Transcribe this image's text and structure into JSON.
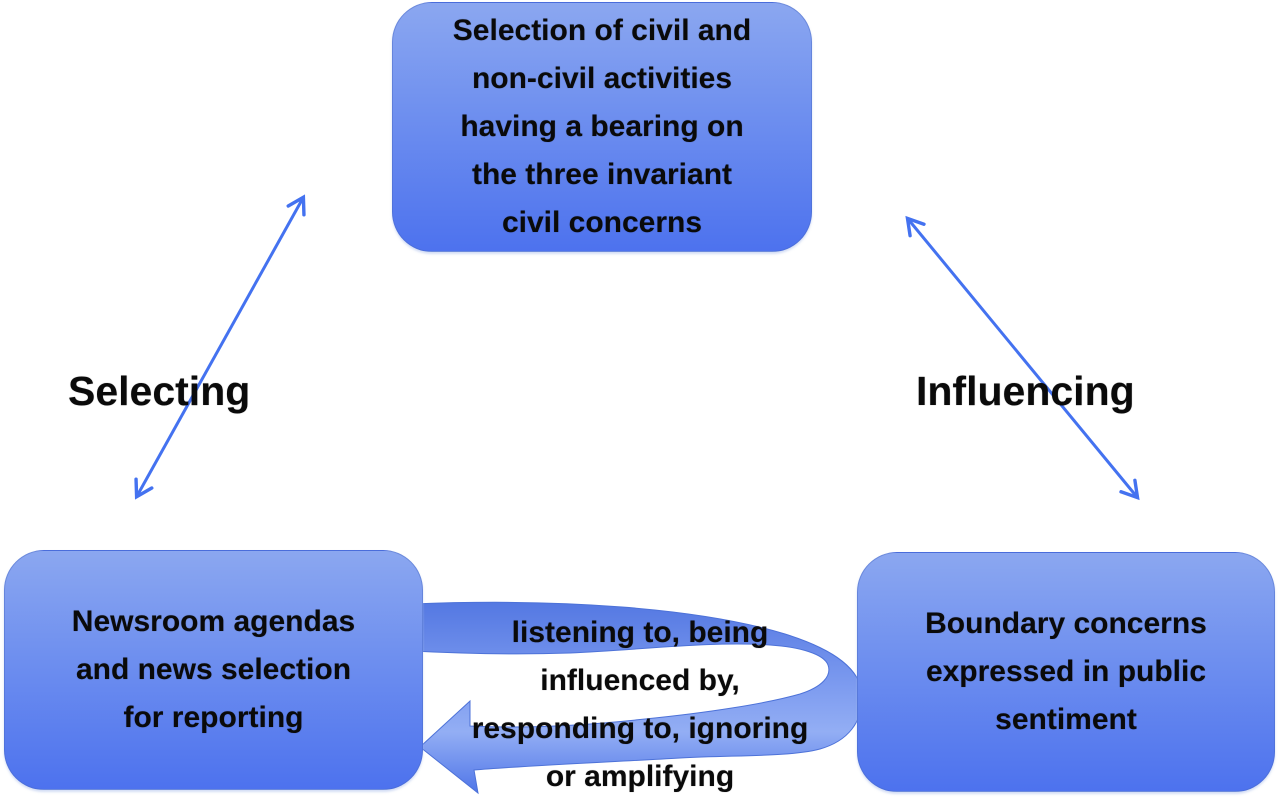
{
  "diagram": {
    "top_box": "Selection of civil and\nnon-civil activities\nhaving a bearing on\nthe three invariant\ncivil concerns",
    "bottom_left_box": "Newsroom agendas\nand news selection\nfor reporting",
    "bottom_right_box": "Boundary concerns\nexpressed in public\nsentiment",
    "left_arrow_label": "Selecting",
    "right_arrow_label": "Influencing",
    "curved_arrow_label": "listening to, being\ninfluenced by,\nresponding to, ignoring\nor amplifying",
    "colors": {
      "box_gradient_top": "#8BA7F0",
      "box_gradient_bottom": "#4D72EE",
      "thin_arrow_line": "#4472F0",
      "ribbon_dark": "#5478E2",
      "ribbon_light": "#93AEF4",
      "text": "#0a0a0a",
      "background": "#FFFFFF"
    }
  }
}
